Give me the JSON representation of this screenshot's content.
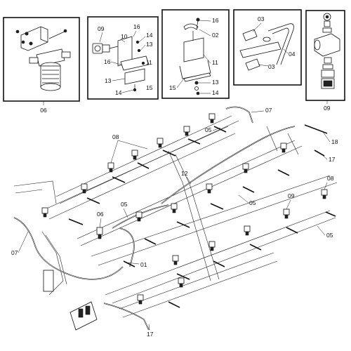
{
  "callouts": {
    "inset1": {
      "number": "06"
    },
    "inset2": {
      "n09": "09",
      "n10": "10",
      "n16a": "16",
      "n14a": "14",
      "n13a": "13",
      "n11": "11",
      "n16b": "16",
      "n13b": "13",
      "n15": "15",
      "n14b": "14"
    },
    "inset3": {
      "n16": "16",
      "n02": "02",
      "n11": "11",
      "n15": "15",
      "n13": "13",
      "n14": "14"
    },
    "inset4": {
      "n03a": "03",
      "n04": "04",
      "n03b": "03"
    },
    "inset5": {
      "n09": "09"
    },
    "main": {
      "n07a": "07",
      "n05a": "05",
      "n08a": "08",
      "n18": "18",
      "n17a": "17",
      "n12": "12",
      "n05b": "05",
      "n08b": "08",
      "n09": "09",
      "n06": "06",
      "n05c": "05",
      "n05d": "05",
      "n07b": "07",
      "n01": "01",
      "n17b": "17"
    }
  }
}
